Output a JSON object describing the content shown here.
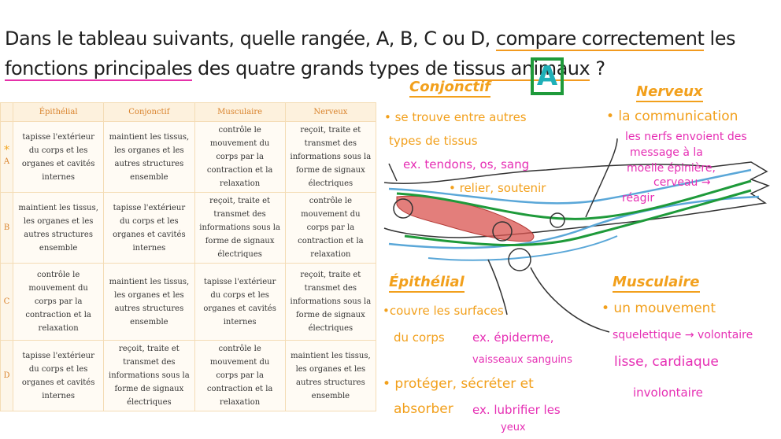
{
  "question": {
    "part1": "Dans le tableau suivants, quelle rangée, A, B, C ou D, ",
    "part2": "compare correctement",
    "part3": " les ",
    "part4": "fonctions principales",
    "part5": " des quatre grands types de ",
    "part6": "tissus animaux",
    "part7": " ?"
  },
  "answer": "A",
  "table": {
    "headers": [
      "Épithélial",
      "Conjonctif",
      "Musculaire",
      "Nerveux"
    ],
    "star": "*",
    "rows": [
      {
        "label": "A",
        "cells": [
          "tapisse l'extérieur du corps et les organes et cavités internes",
          "maintient les tissus, les organes et les autres structures ensemble",
          "contrôle le mouvement du corps par la contraction et la relaxation",
          "reçoit, traite et transmet des informations sous la forme de signaux électriques"
        ]
      },
      {
        "label": "B",
        "cells": [
          "maintient les tissus, les organes et les autres structures ensemble",
          "tapisse l'extérieur du corps et les organes et cavités internes",
          "reçoit, traite et transmet des informations sous la forme de signaux électriques",
          "contrôle le mouvement du corps par la contraction et la relaxation"
        ]
      },
      {
        "label": "C",
        "cells": [
          "contrôle le mouvement du corps par la contraction et la relaxation",
          "maintient les tissus, les organes et les autres structures ensemble",
          "tapisse l'extérieur du corps et les organes et cavités internes",
          "reçoit, traite et transmet des informations sous la forme de signaux électriques"
        ]
      },
      {
        "label": "D",
        "cells": [
          "tapisse l'extérieur du corps et les organes et cavités internes",
          "reçoit, traite et transmet des informations sous la forme de signaux électriques",
          "contrôle le mouvement du corps par la contraction et la relaxation",
          "maintient les tissus, les organes et les autres structures ensemble"
        ]
      }
    ]
  },
  "notes": {
    "conjonctif": {
      "title": "Conjonctif",
      "l1": "• se trouve entre autres",
      "l2": "types de tissus",
      "l3": "ex. tendons, os, sang",
      "l4": "• relier, soutenir"
    },
    "nerveux": {
      "title": "Nerveux",
      "l1": "• la communication",
      "l2": "les nerfs envoient des",
      "l3": "message à la",
      "l4": "moelle épinière,",
      "l5": "cerveau →",
      "l6": "réagir"
    },
    "epithelial": {
      "title": "Épithélial",
      "l1": "•couvre les surfaces",
      "l2": "du corps",
      "l3": "ex. épiderme,",
      "l4": "vaisseaux sanguins",
      "l5": "• protéger, sécréter et",
      "l6": "absorber",
      "l7": "ex. lubrifier les",
      "l8": "yeux"
    },
    "musculaire": {
      "title": "Musculaire",
      "l1": "• un mouvement",
      "l2": "squelettique → volontaire",
      "l3": "lisse, cardiaque",
      "l4": "involontaire"
    }
  },
  "colors": {
    "orange": "#f2a01c",
    "pink": "#e62fb4",
    "green": "#1e9a3a",
    "teal": "#1fb0b8",
    "muscle": "#d9534f",
    "nerve": "#5aa7d8"
  }
}
